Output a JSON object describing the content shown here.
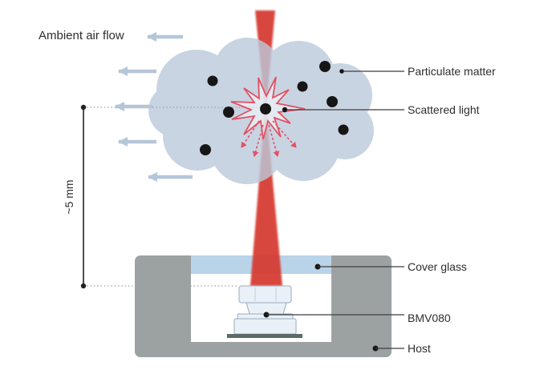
{
  "diagram": {
    "flow_label": "Ambient air flow",
    "dimension_label": "~5 mm",
    "callouts": {
      "particulate_matter": "Particulate matter",
      "scattered_light": "Scattered light",
      "cover_glass": "Cover glass",
      "sensor_name": "BMV080",
      "host": "Host"
    }
  },
  "colors": {
    "cloud": "#bccadb",
    "arrow": "#b5c6d8",
    "laser": "#d5382f",
    "scatter": "#e35064",
    "host-gray": "#9ca1a1",
    "glass": "#b9d3e9",
    "particle": "#161616",
    "leader": "#3f3f3f",
    "text": "#2e2e2e",
    "sensor-fill": "#e9f0f8",
    "sensor-stroke": "#9aabbd",
    "pcb": "#5c6b66",
    "dotted": "#9aa0a6"
  }
}
